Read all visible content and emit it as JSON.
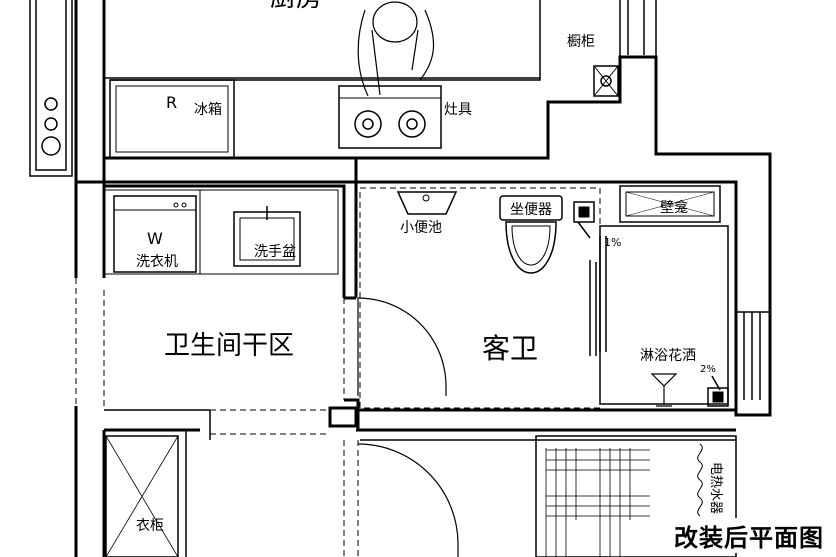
{
  "rooms": {
    "kitchen_partial": "厨房",
    "drying_area": "卫生间干区",
    "guest_bath": "客卫"
  },
  "fixtures": {
    "cabinet": "橱柜",
    "fridge": "冰箱",
    "stove": "灶具",
    "washer": "洗衣机",
    "washbasin": "洗手盆",
    "urinal": "小便池",
    "toilet": "坐便器",
    "niche": "壁龛",
    "shower": "淋浴花洒",
    "wardrobe": "衣柜",
    "heater": "电热水器",
    "washer_mark": "W",
    "fridge_mark": "R"
  },
  "annotations": {
    "slope_pct": "1%",
    "slope_pct2": "2%"
  },
  "caption": "改装后平面图"
}
